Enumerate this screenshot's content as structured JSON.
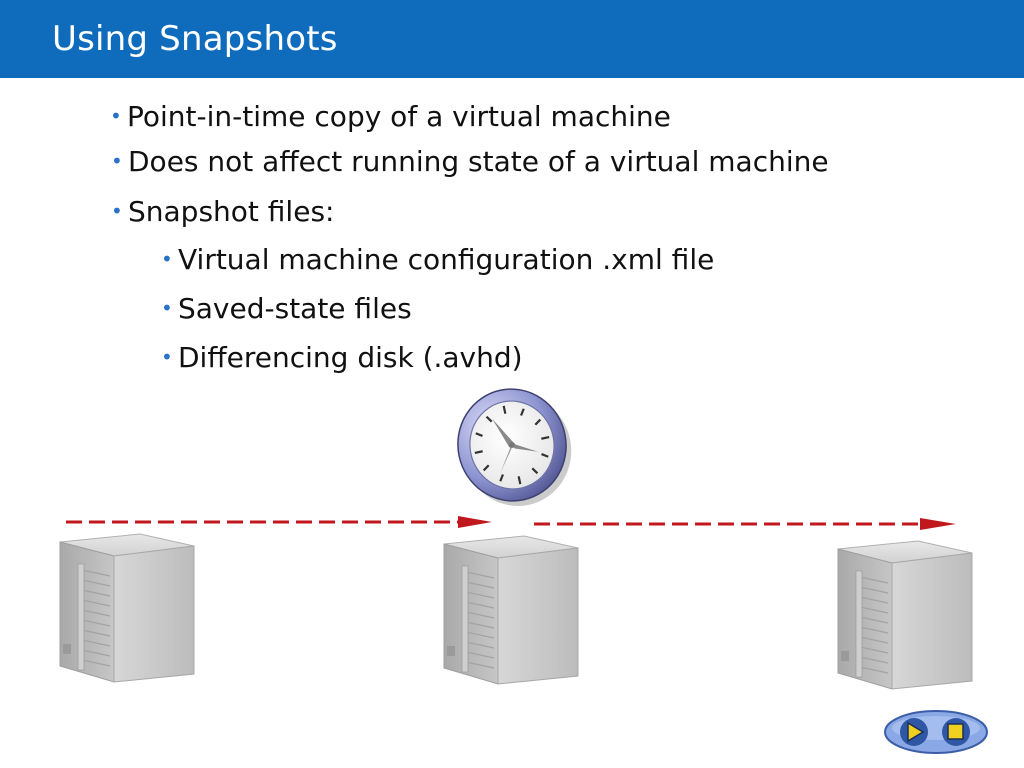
{
  "slide": {
    "title": "Using Snapshots",
    "bullets": [
      "Point-in-time copy of a virtual machine",
      "Does not affect running state of a virtual machine",
      "Snapshot files:"
    ],
    "sub_bullets": [
      "Virtual machine configuration .xml file",
      "Saved-state files",
      "Differencing disk (.avhd)"
    ]
  },
  "diagram": {
    "icons": [
      "clock-icon",
      "server-icon",
      "server-icon",
      "server-icon",
      "dashed-arrow",
      "dashed-arrow"
    ],
    "colors": {
      "title_bar": "#0f6cbd",
      "bullet": "#2a72c7",
      "arrow": "#c0181d",
      "server": "#bdbdbd",
      "clock_rim": "#8d93d0",
      "nav_bg": "#8aa8e6",
      "nav_arrow": "#f0d020"
    }
  },
  "controls": {
    "icons": [
      "play-icon",
      "stop-icon"
    ]
  }
}
